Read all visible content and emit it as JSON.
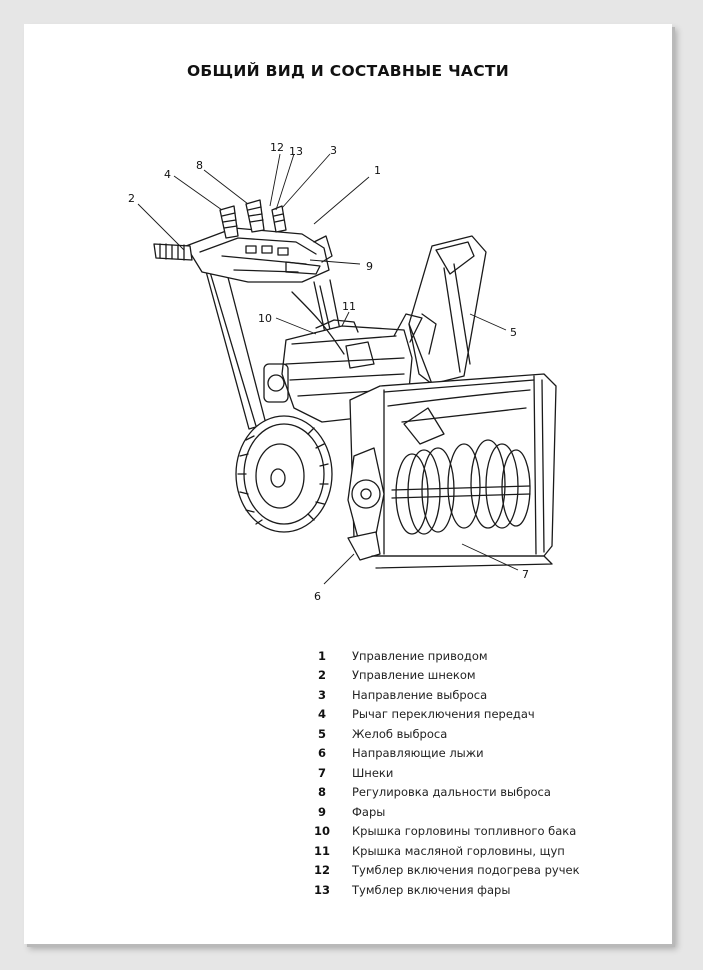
{
  "title": "ОБЩИЙ ВИД И СОСТАВНЫЕ ЧАСТИ",
  "callouts": [
    "1",
    "2",
    "3",
    "4",
    "5",
    "6",
    "7",
    "8",
    "9",
    "10",
    "11",
    "12",
    "13"
  ],
  "legend": [
    {
      "num": "1",
      "label": "Управление приводом"
    },
    {
      "num": "2",
      "label": "Управление шнеком"
    },
    {
      "num": "3",
      "label": "Направление выброса"
    },
    {
      "num": "4",
      "label": "Рычаг переключения передач"
    },
    {
      "num": "5",
      "label": "Желоб выброса"
    },
    {
      "num": "6",
      "label": "Направляющие лыжи"
    },
    {
      "num": "7",
      "label": "Шнеки"
    },
    {
      "num": "8",
      "label": "Регулировка дальности выброса"
    },
    {
      "num": "9",
      "label": "Фары"
    },
    {
      "num": "10",
      "label": "Крышка горловины топливного бака"
    },
    {
      "num": "11",
      "label": "Крышка масляной горловины, щуп"
    },
    {
      "num": "12",
      "label": "Тумблер включения подогрева ручек"
    },
    {
      "num": "13",
      "label": "Тумблер включения фары"
    }
  ]
}
